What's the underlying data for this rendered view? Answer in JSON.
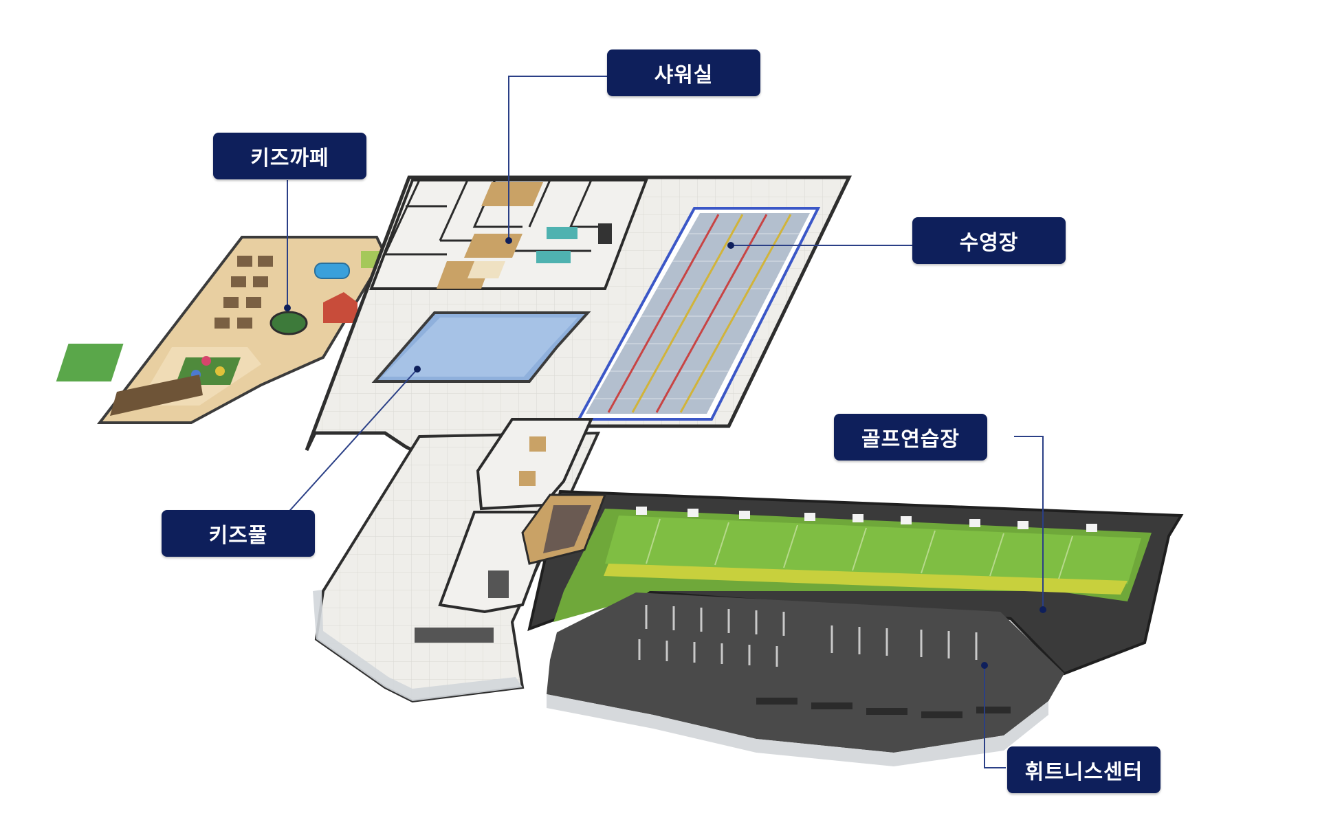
{
  "labels": {
    "shower_room": "샤워실",
    "kids_cafe": "키즈까페",
    "swimming_pool": "수영장",
    "golf_range": "골프연습장",
    "kids_pool": "키즈풀",
    "fitness_center": "휘트니스센터"
  },
  "colors": {
    "label_bg": "#0e1f5b",
    "leader_line": "#2a3f86",
    "pool_water": "#aab7c8",
    "kids_pool_water": "#8fb0dc",
    "golf_turf": "#6fa83a",
    "gym_floor": "#4a4a4a",
    "cafe_floor": "#e8cfa1",
    "corridor_floor": "#ecebe7"
  }
}
